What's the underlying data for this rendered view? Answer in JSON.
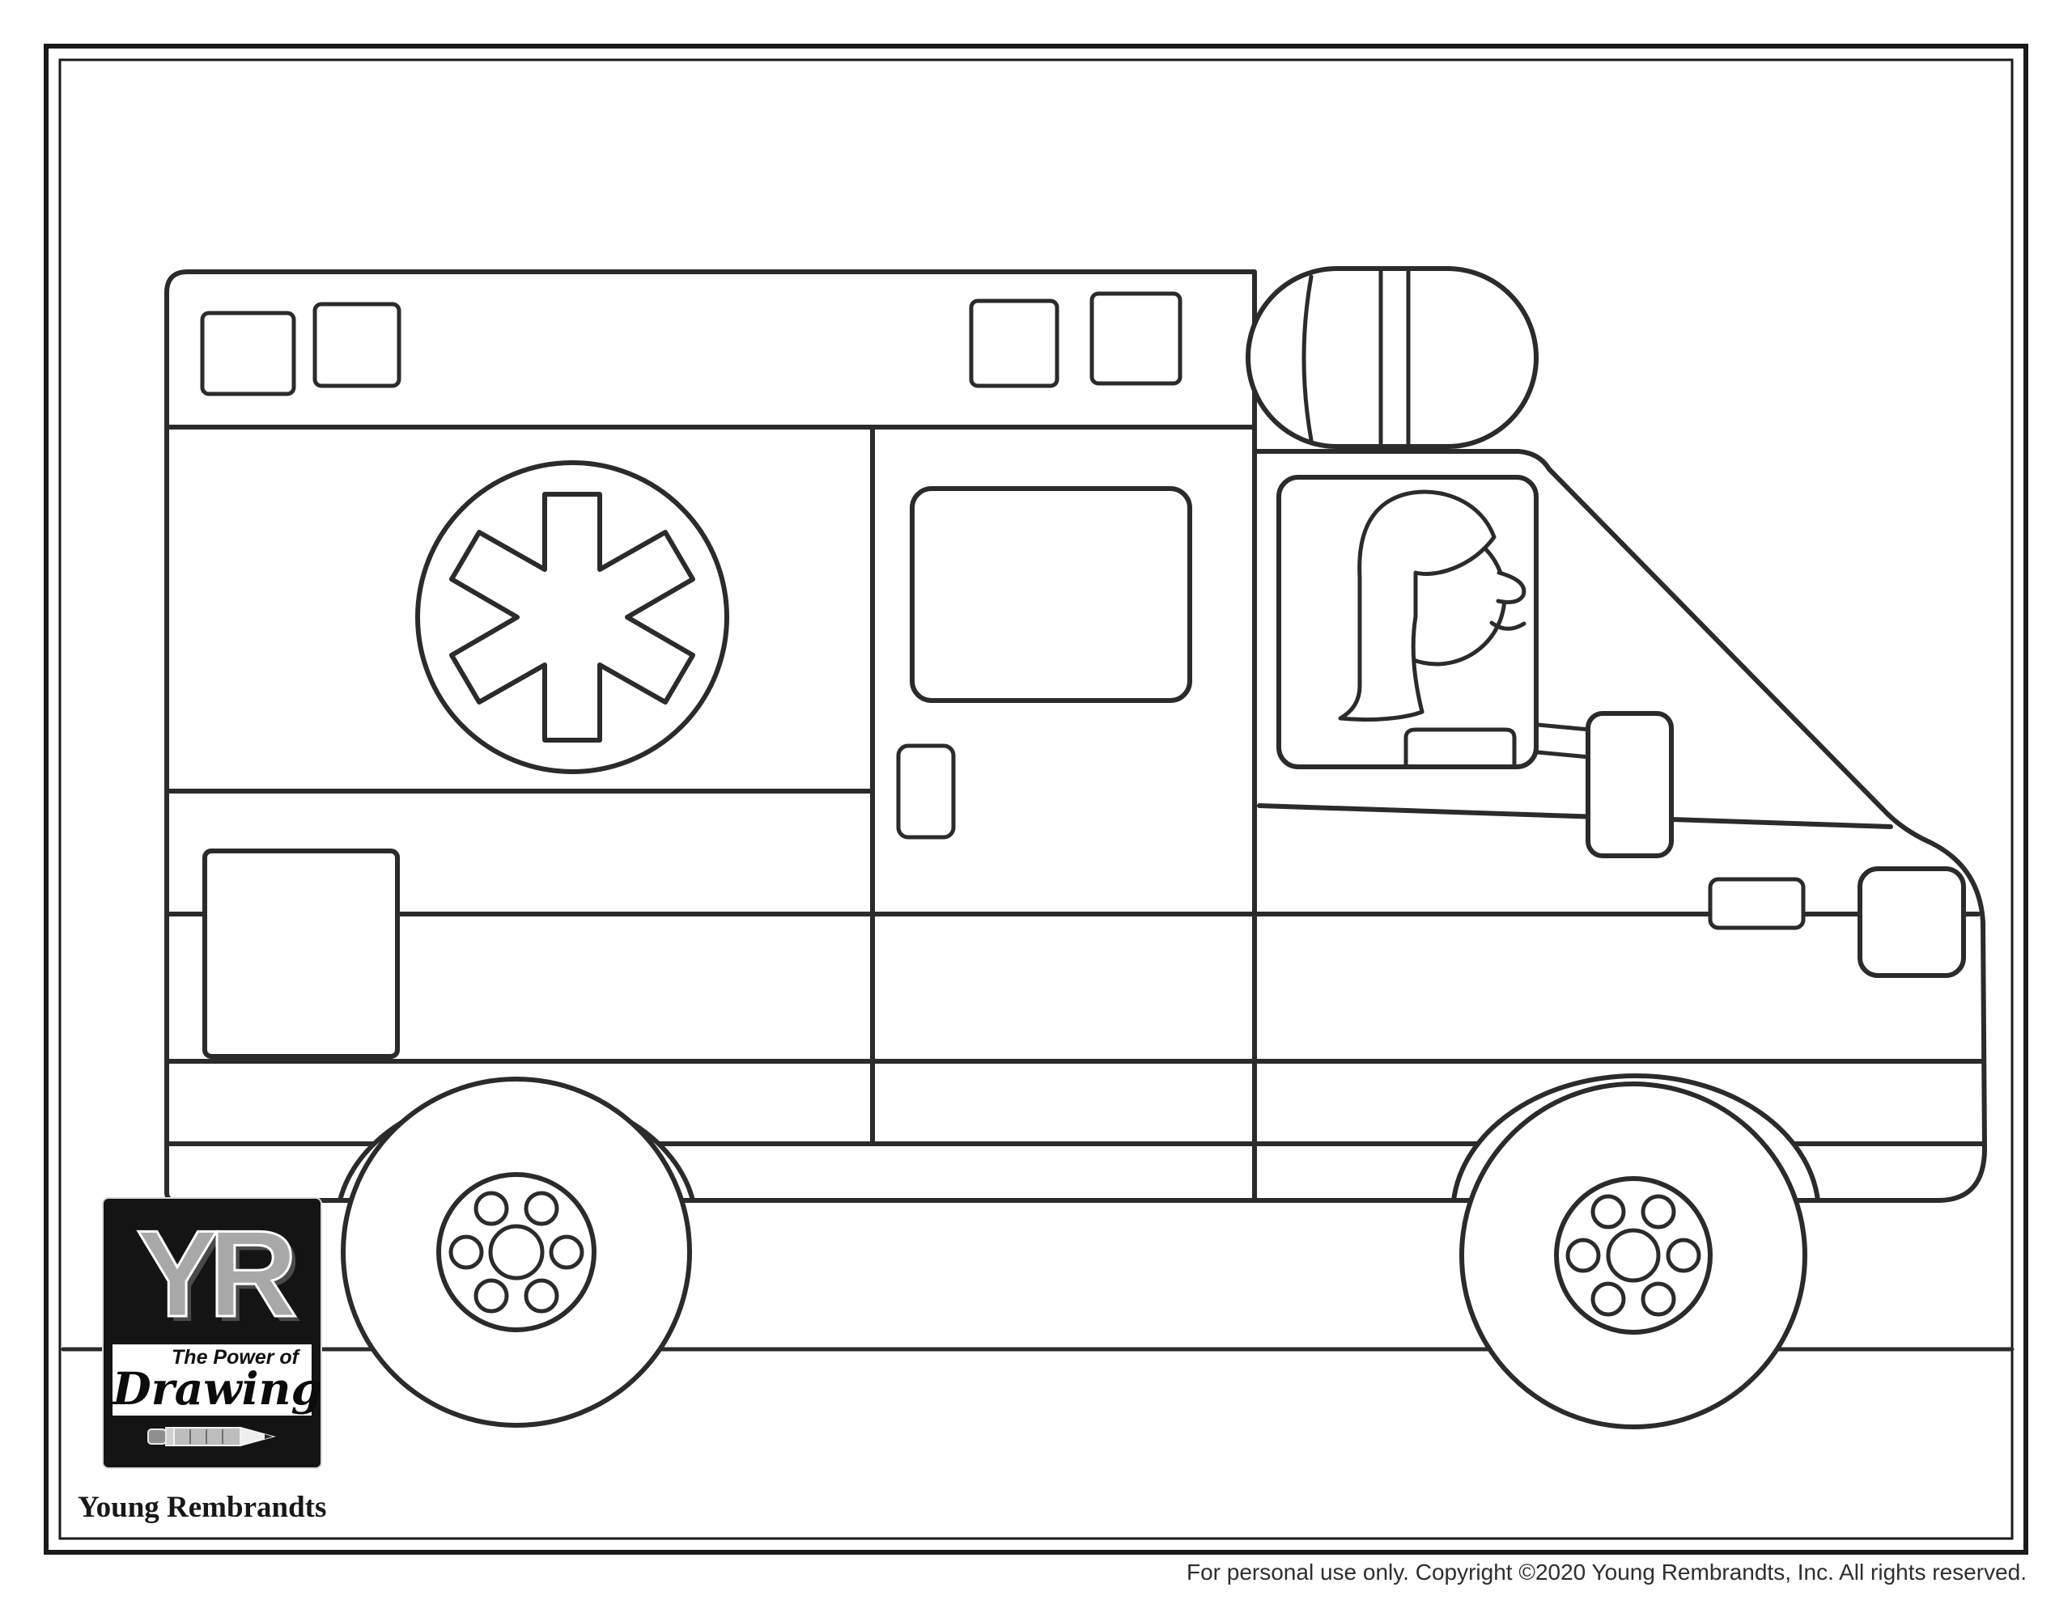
{
  "page": {
    "background_color": "#ffffff",
    "line_color": "#2b2b2b"
  },
  "drawing": {
    "subject": "ambulance-line-drawing",
    "emblem": "star-of-life-icon"
  },
  "logo": {
    "initials": "YR",
    "tagline_line1": "The Power of",
    "tagline_line2": "Drawing",
    "brand_name": "Young Rembrandts"
  },
  "footer": {
    "copyright": "For personal use only. Copyright ©2020 Young Rembrandts, Inc. All rights reserved."
  }
}
